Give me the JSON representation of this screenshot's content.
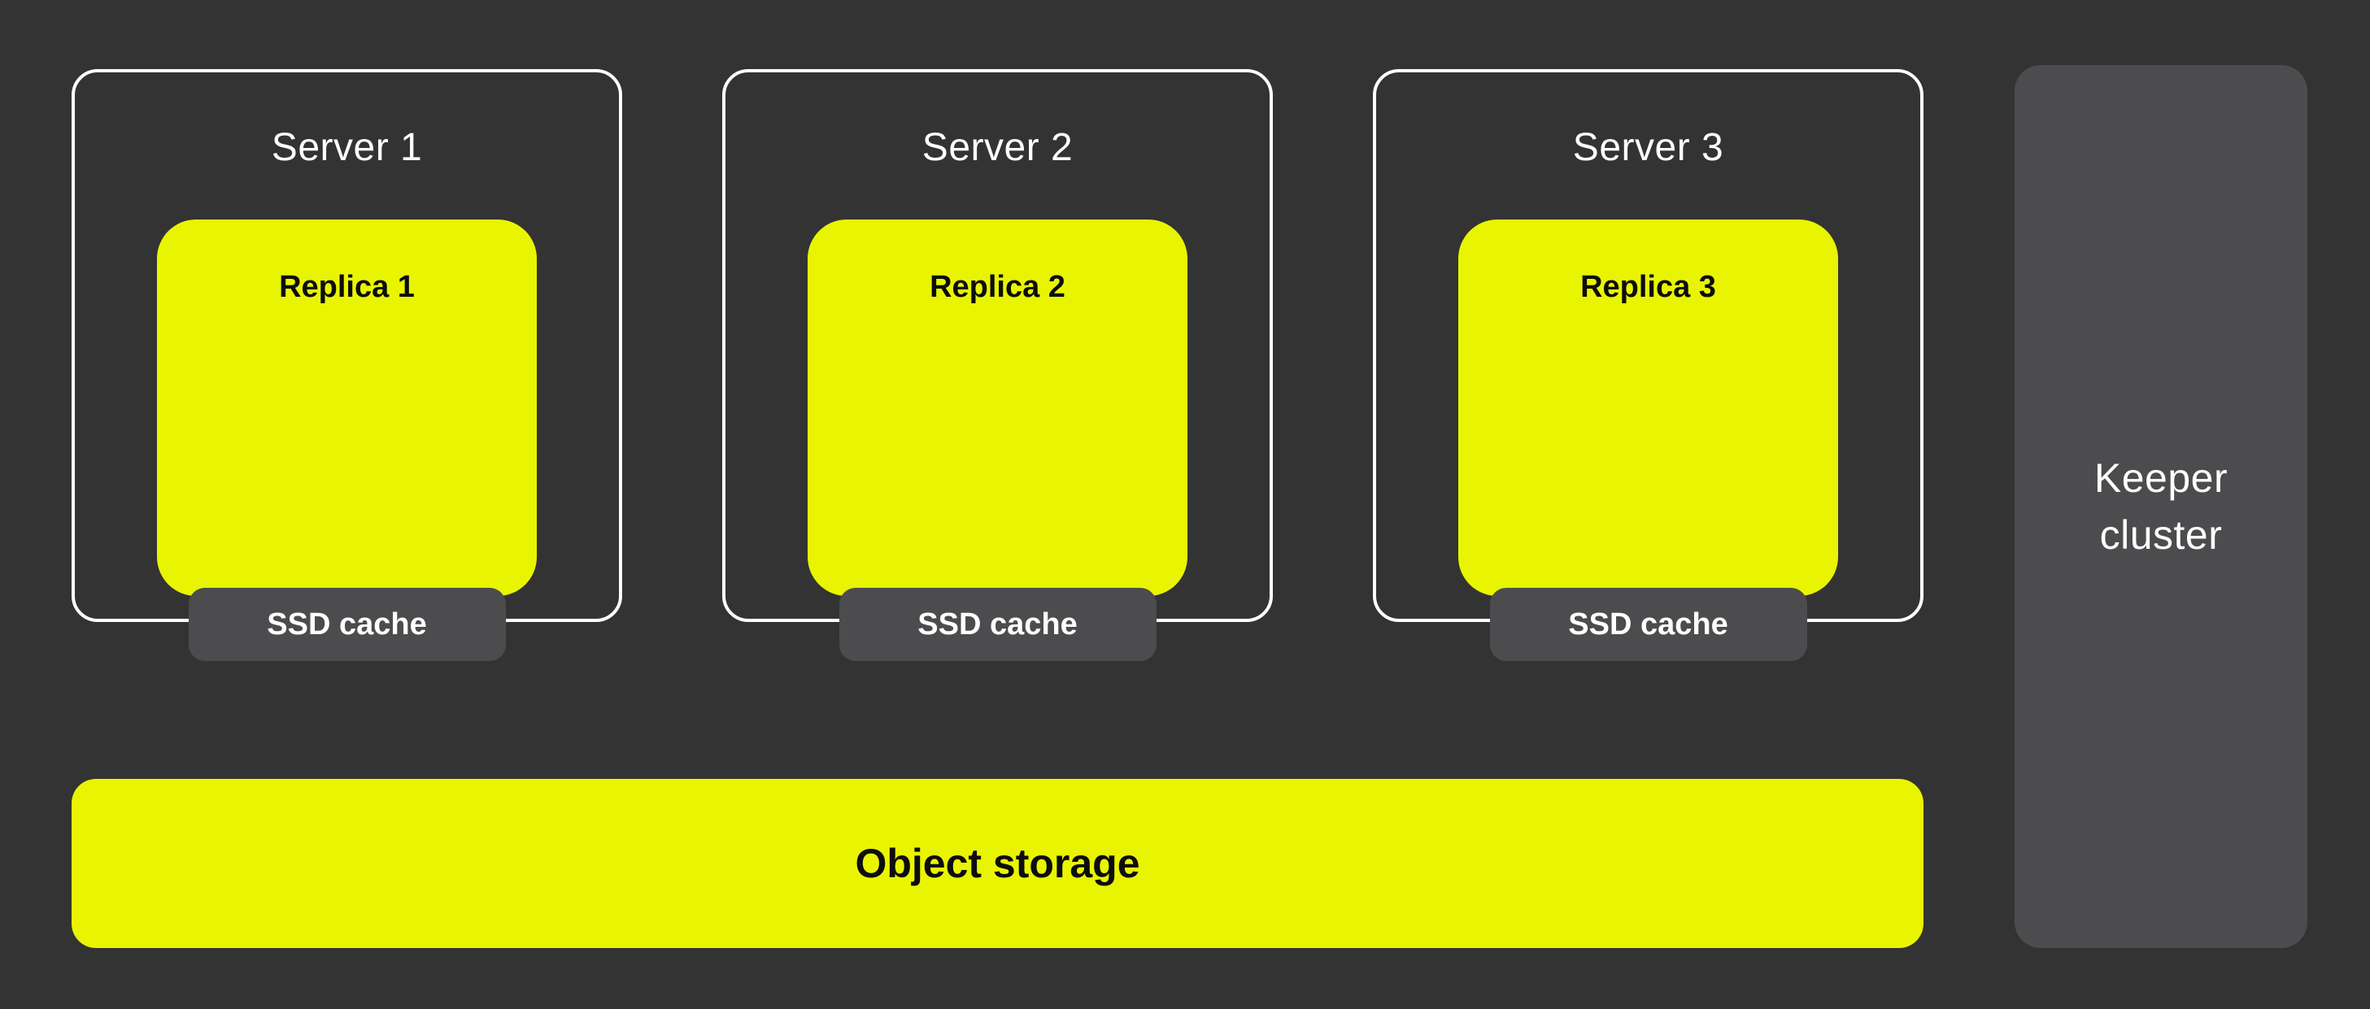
{
  "colors": {
    "background": "#333333",
    "accent_yellow": "#E9F500",
    "box_gray": "#4C4C4E",
    "border_white": "#FFFFFF",
    "text_white": "#FFFFFF",
    "text_black": "#0D0D0D"
  },
  "servers": [
    {
      "title": "Server 1",
      "replica_label": "Replica 1",
      "cache_label": "SSD cache"
    },
    {
      "title": "Server 2",
      "replica_label": "Replica 2",
      "cache_label": "SSD cache"
    },
    {
      "title": "Server 3",
      "replica_label": "Replica 3",
      "cache_label": "SSD cache"
    }
  ],
  "object_storage": {
    "label": "Object storage"
  },
  "keeper": {
    "label_line1": "Keeper",
    "label_line2": "cluster"
  }
}
